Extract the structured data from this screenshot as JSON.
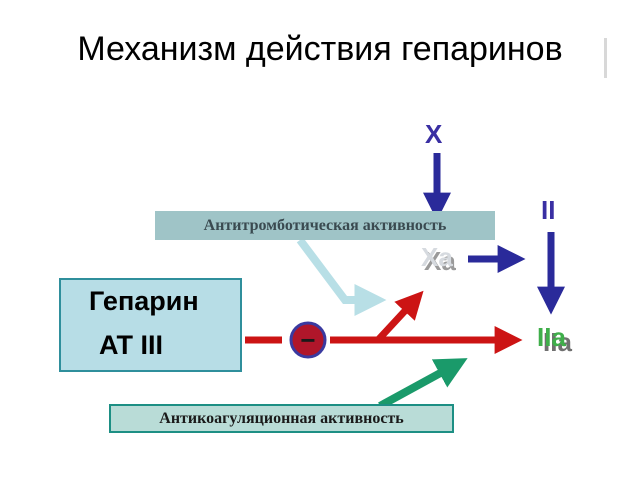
{
  "title": "Механизм действия гепаринов",
  "heparin_box": {
    "line1": "Гепарин",
    "line2": "AT III"
  },
  "antithrombotic_label": "Антитромботическая  активность",
  "anticoagulant_label": "Антикоагуляционная  активность",
  "factors": {
    "x": "X",
    "ii": "II",
    "xa": "Xa",
    "iia": "IIa"
  },
  "inhibit_symbol": "−",
  "colors": {
    "red_arrow": "#cc1414",
    "blue_arrow": "#2a2a9a",
    "green_arrow": "#1a9a6a",
    "light_teal_arrow": "#b8dfe6",
    "heparin_box_bg": "#b7dde6",
    "inhibit_circle_fill": "#b0162a",
    "inhibit_circle_stroke": "#3a3aa0"
  }
}
